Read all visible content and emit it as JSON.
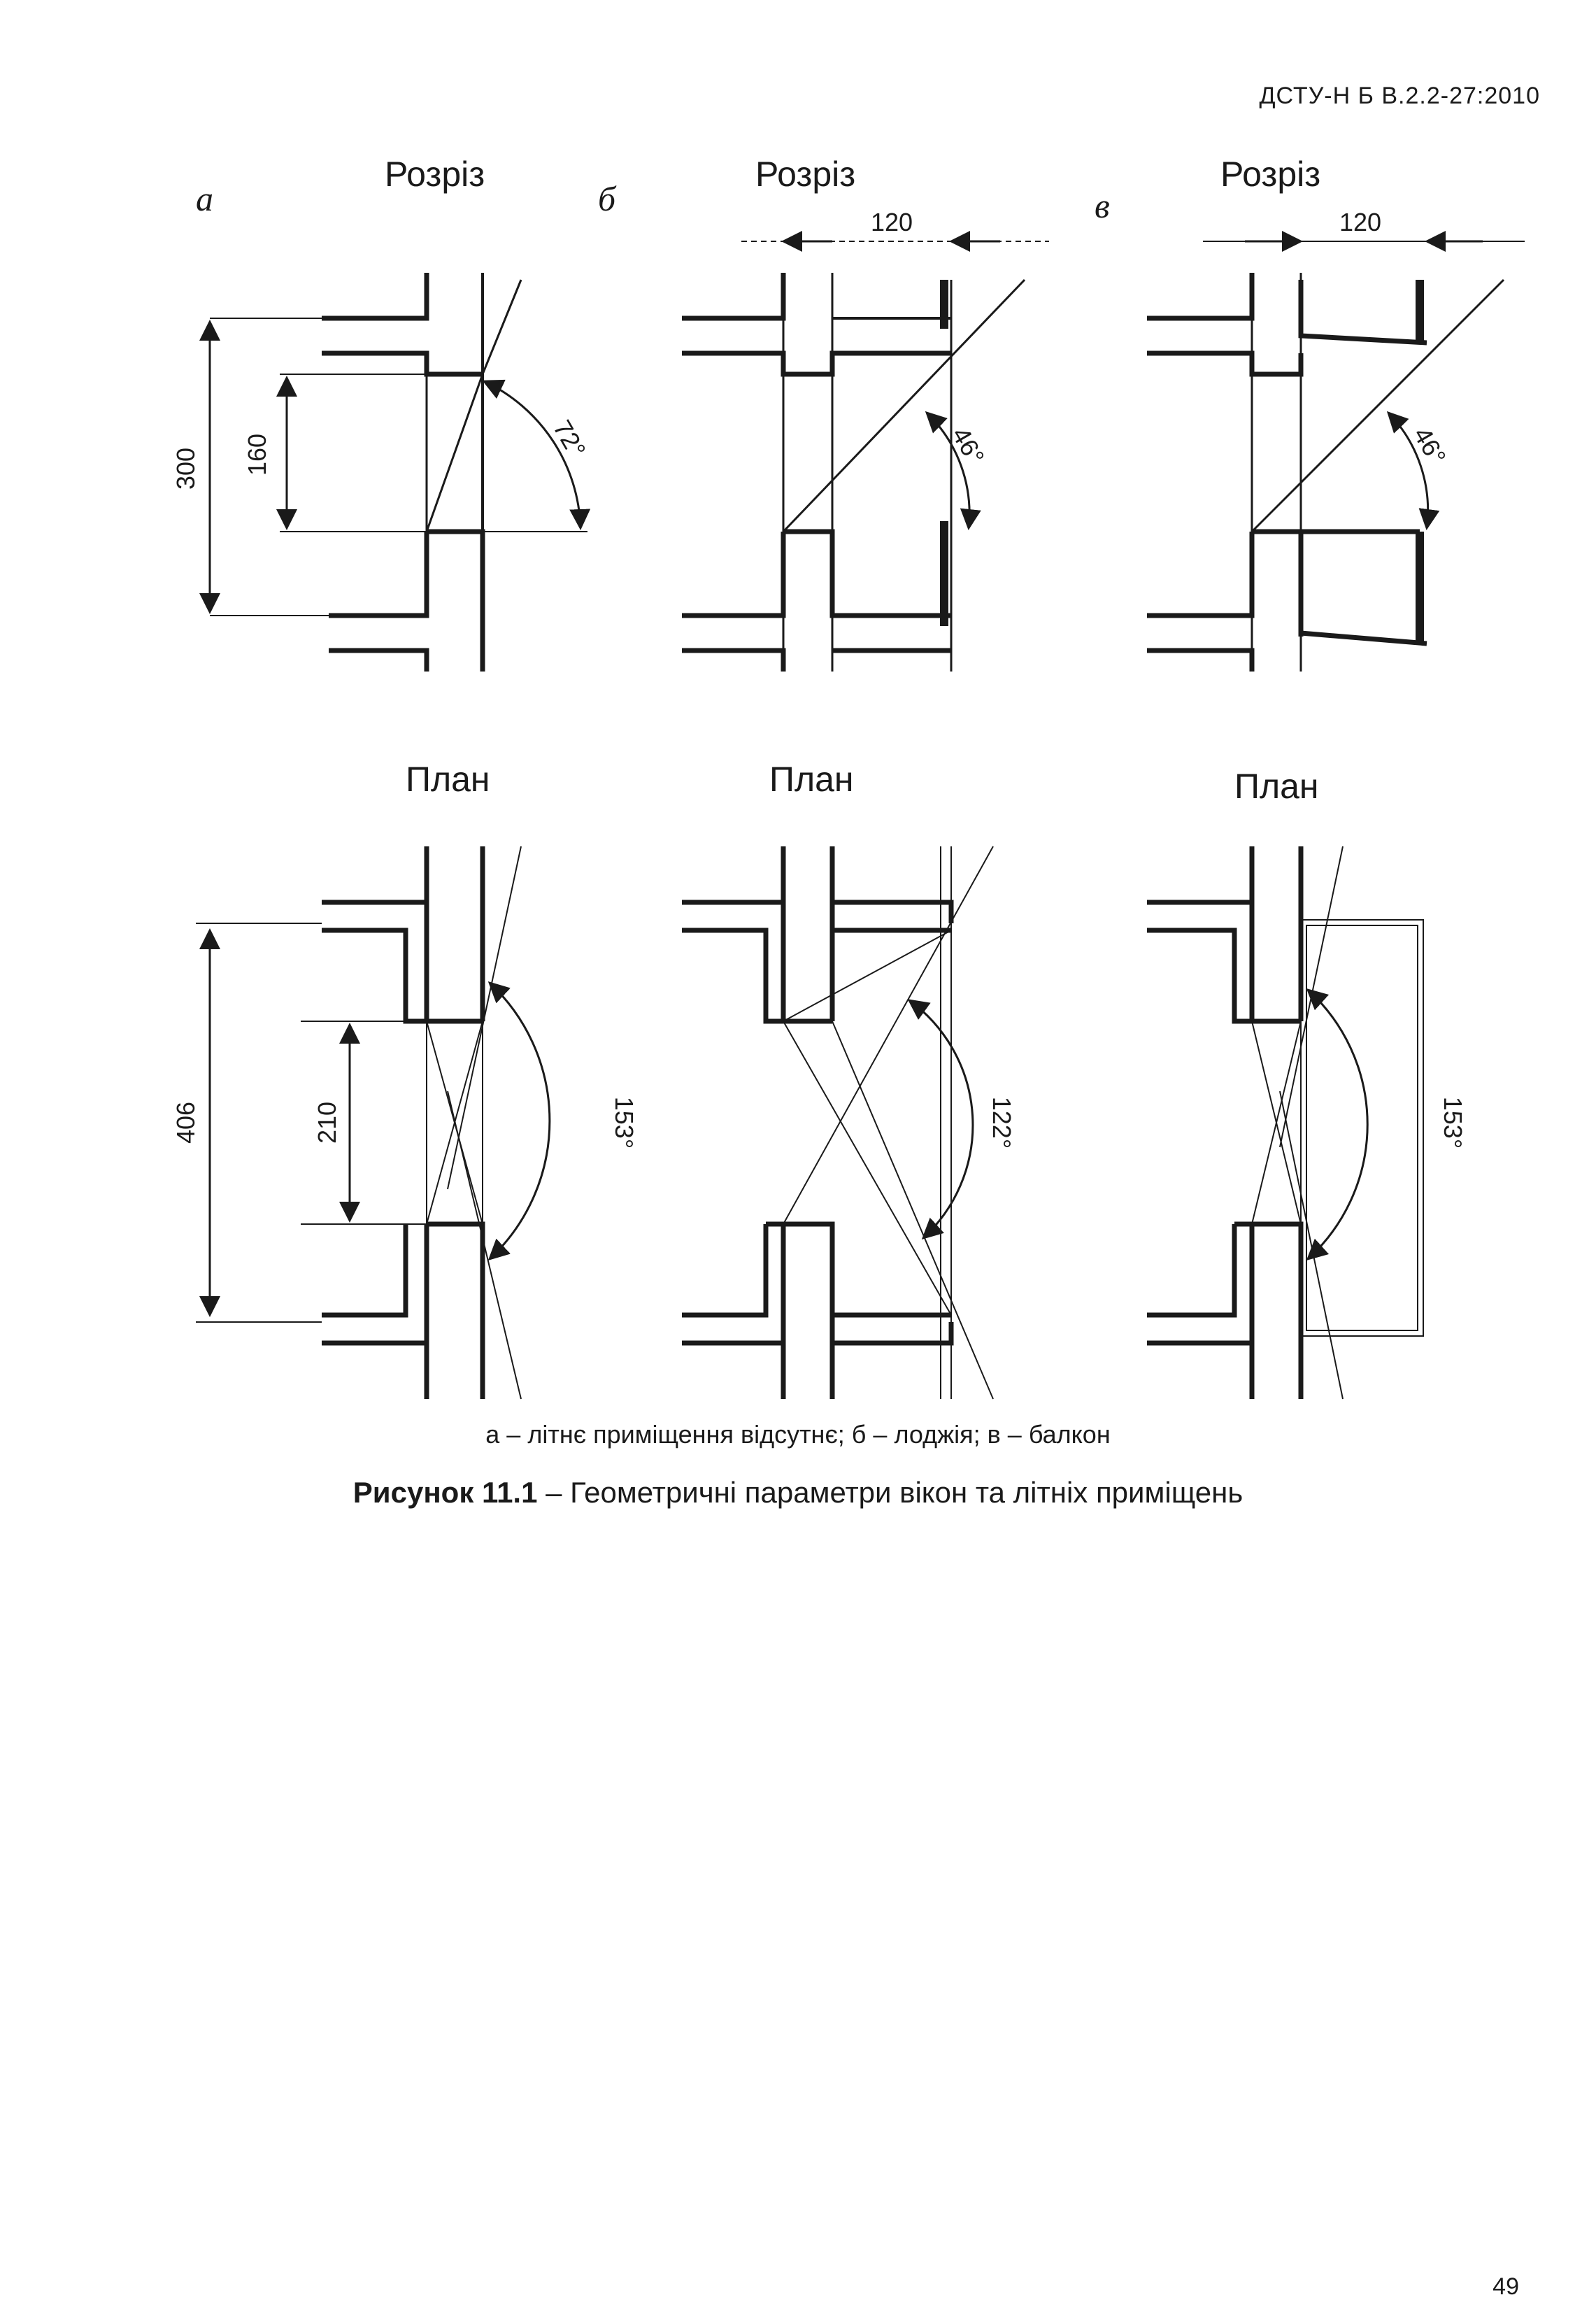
{
  "header": {
    "doc_code": "ДСТУ-Н Б В.2.2-27:2010"
  },
  "panels": {
    "a": {
      "letter": "а",
      "section_title": "Розріз",
      "plan_title": "План",
      "section_dims": {
        "outer": "300",
        "inner": "160"
      },
      "section_angle": "72°",
      "plan_dims": {
        "outer": "406",
        "inner": "210"
      },
      "plan_angle": "153°"
    },
    "b": {
      "letter": "б",
      "section_title": "Розріз",
      "plan_title": "План",
      "width_dim": "120",
      "section_angle": "46°",
      "plan_angle": "122°"
    },
    "v": {
      "letter": "в",
      "section_title": "Розріз",
      "plan_title": "План",
      "width_dim": "120",
      "section_angle": "46°",
      "plan_angle": "153°"
    }
  },
  "caption": {
    "legend": "а – літнє приміщення відсутнє; б – лоджія; в – балкон",
    "figure_label": "Рисунок 11.1",
    "figure_title": " – Геометричні параметри вікон та літніх приміщень"
  },
  "page_number": "49"
}
